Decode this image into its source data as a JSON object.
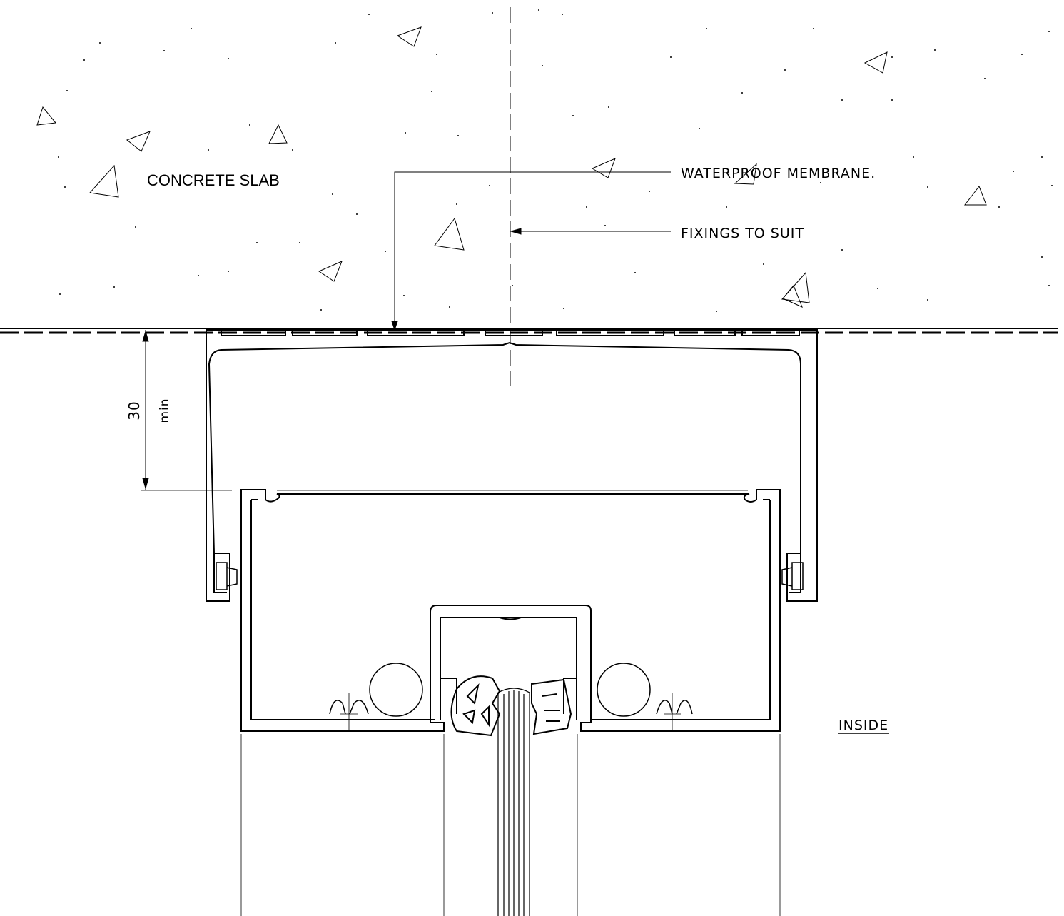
{
  "labels": {
    "concrete_slab": "CONCRETE SLAB",
    "waterproof_membrane": "WATERPROOF MEMBRANE.",
    "fixings": "FIXINGS TO SUIT",
    "inside": "INSIDE"
  },
  "dimension": {
    "value": "30",
    "qualifier": "min"
  },
  "colors": {
    "line": "#000000",
    "background": "#ffffff"
  }
}
